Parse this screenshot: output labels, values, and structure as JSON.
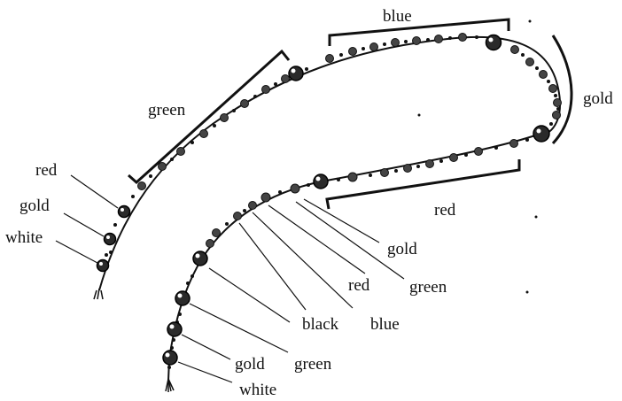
{
  "labels": {
    "blue_top": "blue",
    "green_top": "green",
    "gold_right": "gold",
    "red_right": "red",
    "red_left": "red",
    "gold_left": "gold",
    "white_left": "white",
    "gold_mid": "gold",
    "green_mid": "green",
    "red_mid": "red",
    "blue_mid": "blue",
    "black_mid": "black",
    "green_bottom": "green",
    "gold_bottom": "gold",
    "white_bottom": "white"
  }
}
